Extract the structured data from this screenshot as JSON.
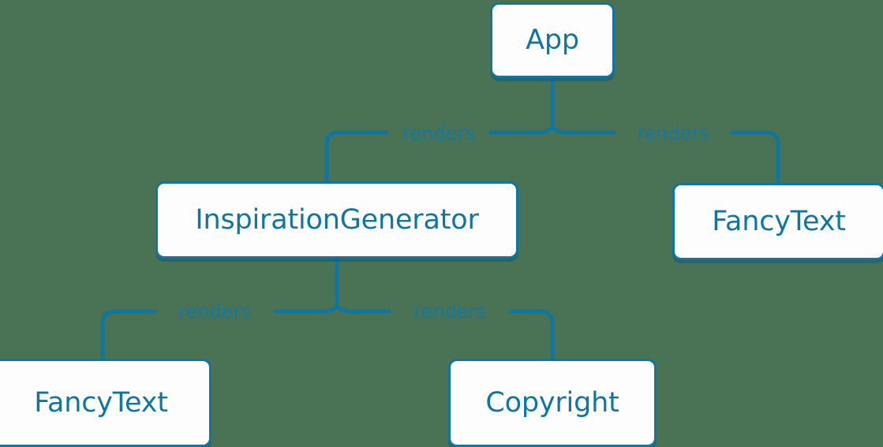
{
  "diagram": {
    "type": "component-tree",
    "background_color": "#4a7254",
    "accent_color": "#11769f",
    "node_fill_color": "#fdfdfd",
    "label_color": "#1478a0",
    "nodes": [
      {
        "id": "app",
        "label": "App"
      },
      {
        "id": "inspiration",
        "label": "InspirationGenerator"
      },
      {
        "id": "fancytext-right",
        "label": "FancyText"
      },
      {
        "id": "fancytext-left",
        "label": "FancyText"
      },
      {
        "id": "copyright",
        "label": "Copyright"
      }
    ],
    "edges": [
      {
        "from": "app",
        "to": "inspiration",
        "label": "renders"
      },
      {
        "from": "app",
        "to": "fancytext-right",
        "label": "renders"
      },
      {
        "from": "inspiration",
        "to": "fancytext-left",
        "label": "renders"
      },
      {
        "from": "inspiration",
        "to": "copyright",
        "label": "renders"
      }
    ]
  }
}
